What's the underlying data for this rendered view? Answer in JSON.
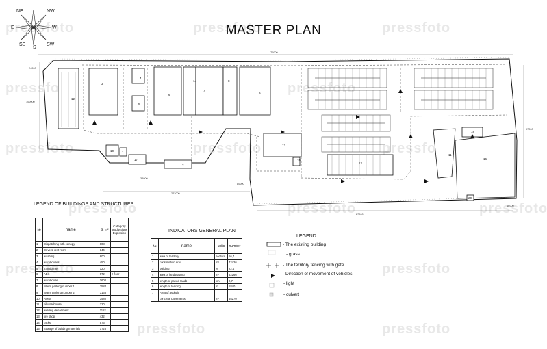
{
  "title": "MASTER PLAN",
  "compass": {
    "labels": [
      "NE",
      "NW",
      "E",
      "W",
      "SE",
      "S",
      "SW"
    ]
  },
  "watermark": "pressfoto",
  "site_plan": {
    "dimensions": {
      "top": "70000",
      "left_a": "24000",
      "left_b": "100000",
      "bottom_right": "46000",
      "bottom": "27000",
      "bottom_left": "222000",
      "bottom_mid": "34000",
      "left_mid": "80000",
      "right": "97000"
    },
    "building_labels": [
      "12",
      "3",
      "4",
      "5",
      "6",
      "7",
      "14",
      "8",
      "9",
      "10",
      "1",
      "17",
      "2",
      "13",
      "15",
      "12",
      "11",
      "18",
      "16",
      "20"
    ]
  },
  "legend_buildings": {
    "heading": "LEGEND OF BUILDINGS AND STRUCTURES",
    "col_no": "№",
    "col_name": "name",
    "col_area": "S, m²",
    "col_cat": "Category productions Explosion",
    "rows": [
      {
        "no": "1",
        "name": "Dispatching with canopy",
        "area": "808",
        "cat": ""
      },
      {
        "no": "2",
        "name": "Drivers' rest room",
        "area": "144",
        "cat": ""
      },
      {
        "no": "3",
        "name": "washing",
        "area": "800",
        "cat": ""
      },
      {
        "no": "4",
        "name": "warehouses",
        "area": "450",
        "cat": ""
      },
      {
        "no": "5",
        "name": "transformer",
        "area": "120",
        "cat": ""
      },
      {
        "no": "6",
        "name": "ABK",
        "area": "972",
        "cat": "2 floor"
      },
      {
        "no": "7",
        "name": "warehouse",
        "area": "1600",
        "cat": ""
      },
      {
        "no": "8",
        "name": "Warm parking number 1",
        "area": "3584",
        "cat": ""
      },
      {
        "no": "9",
        "name": "Warm parking number 2",
        "area": "3168",
        "cat": ""
      },
      {
        "no": "10",
        "name": "RMM",
        "area": "3580",
        "cat": ""
      },
      {
        "no": "11",
        "name": "oil warehouse",
        "area": "720",
        "cat": ""
      },
      {
        "no": "12",
        "name": "welding department",
        "area": "1152",
        "cat": ""
      },
      {
        "no": "13",
        "name": "tire shop",
        "area": "432",
        "cat": ""
      },
      {
        "no": "14",
        "name": "racks",
        "area": "576",
        "cat": ""
      },
      {
        "no": "15",
        "name": "Storage of building materials",
        "area": "1728",
        "cat": ""
      }
    ]
  },
  "indicators": {
    "heading": "INDICATORS GENERAL PLAN",
    "col_no": "№",
    "col_name": "name",
    "col_units": "units",
    "col_number": "number",
    "rows": [
      {
        "no": "1",
        "name": "area of territory",
        "units": "hectare",
        "number": "16,7"
      },
      {
        "no": "2",
        "name": "construction Area",
        "units": "m²",
        "number": "42426"
      },
      {
        "no": "3",
        "name": "building",
        "units": "%",
        "number": "22,4"
      },
      {
        "no": "4",
        "name": "area of landscaping",
        "units": "m²",
        "number": "32266"
      },
      {
        "no": "5",
        "name": "length of paved roads",
        "units": "km",
        "number": "2,7"
      },
      {
        "no": "6",
        "name": "length of fencing",
        "units": "m",
        "number": "1840"
      },
      {
        "no": "7",
        "name": "Area of asphalt,",
        "units": "",
        "number": ""
      },
      {
        "no": "",
        "name": "concrete pavements",
        "units": "m²",
        "number": "65270"
      }
    ]
  },
  "legend": {
    "heading": "LEGEND",
    "items": [
      {
        "label": "- The existing building"
      },
      {
        "label": "- grass"
      },
      {
        "label": "- The territory fencing with gate"
      },
      {
        "label": "- Direction of movement of vehicles"
      },
      {
        "label": "- light"
      },
      {
        "label": "- culvert"
      }
    ]
  }
}
